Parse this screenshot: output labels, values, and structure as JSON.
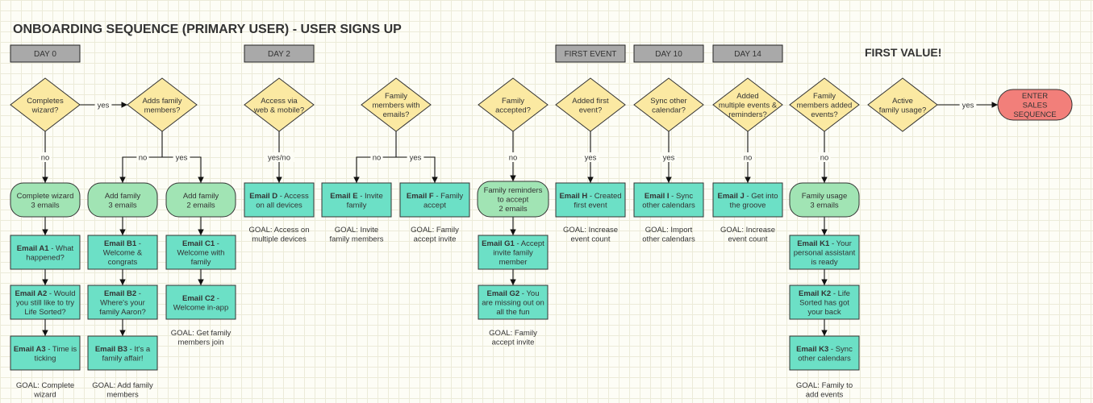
{
  "title": "ONBOARDING SEQUENCE (PRIMARY USER) - USER SIGNS UP",
  "first_value": "FIRST VALUE!",
  "day_labels": {
    "day0": "DAY 0",
    "day2": "DAY 2",
    "first_event": "FIRST EVENT",
    "day10": "DAY 10",
    "day14": "DAY 14"
  },
  "decisions": {
    "d_wizard": [
      "Completes",
      "wizard?"
    ],
    "d_adds_family": [
      "Adds family",
      "members?"
    ],
    "d_access": [
      "Access via",
      "web & mobile?"
    ],
    "d_family_emails": [
      "Family",
      "members with",
      "emails?"
    ],
    "d_family_accepted": [
      "Family",
      "accepted?"
    ],
    "d_added_first": [
      "Added first",
      "event?"
    ],
    "d_sync": [
      "Sync other",
      "calendar?"
    ],
    "d_multiple": [
      "Added",
      "multiple events &",
      "reminders?"
    ],
    "d_family_added_events": [
      "Family",
      "members added",
      "events?"
    ],
    "d_active": [
      "Active",
      "family usage?"
    ]
  },
  "sequences": {
    "s_complete_wizard": [
      "Complete wizard",
      "3 emails"
    ],
    "s_add_family_3": [
      "Add family",
      "3 emails"
    ],
    "s_add_family_2": [
      "Add family",
      "2 emails"
    ],
    "s_family_reminders": [
      "Family reminders",
      "to accept",
      "2 emails"
    ],
    "s_family_usage": [
      "Family usage",
      "3 emails"
    ]
  },
  "terminal": {
    "t_sales": [
      "ENTER",
      "SALES",
      "SEQUENCE"
    ]
  },
  "emails": {
    "a1": [
      [
        {
          "b": "Email A1"
        },
        {
          "t": " - What"
        }
      ],
      [
        {
          "t": "happened?"
        }
      ]
    ],
    "a2": [
      [
        {
          "b": "Email A2"
        },
        {
          "t": " - Would"
        }
      ],
      [
        {
          "t": "you still like to try"
        }
      ],
      [
        {
          "t": "Life Sorted?"
        }
      ]
    ],
    "a3": [
      [
        {
          "b": "Email A3"
        },
        {
          "t": " - Time is"
        }
      ],
      [
        {
          "t": "ticking"
        }
      ]
    ],
    "b1": [
      [
        {
          "b": "Email B1"
        },
        {
          "t": " -"
        }
      ],
      [
        {
          "t": "Welcome &"
        }
      ],
      [
        {
          "t": "congrats"
        }
      ]
    ],
    "b2": [
      [
        {
          "b": "Email B2"
        },
        {
          "t": " -"
        }
      ],
      [
        {
          "t": "Where's your"
        }
      ],
      [
        {
          "t": "family Aaron?"
        }
      ]
    ],
    "b3": [
      [
        {
          "b": "Email B3"
        },
        {
          "t": " - It's a"
        }
      ],
      [
        {
          "t": "family affair!"
        }
      ]
    ],
    "c1": [
      [
        {
          "b": "Email C1"
        },
        {
          "t": " -"
        }
      ],
      [
        {
          "t": "Welcome with"
        }
      ],
      [
        {
          "t": "family"
        }
      ]
    ],
    "c2": [
      [
        {
          "b": "Email C2"
        },
        {
          "t": " -"
        }
      ],
      [
        {
          "t": "Welcome in-app"
        }
      ]
    ],
    "d": [
      [
        {
          "b": "Email D"
        },
        {
          "t": " - Access"
        }
      ],
      [
        {
          "t": "on all devices"
        }
      ]
    ],
    "e": [
      [
        {
          "b": "Email E"
        },
        {
          "t": " - Invite"
        }
      ],
      [
        {
          "t": "family"
        }
      ]
    ],
    "f": [
      [
        {
          "b": "Email F"
        },
        {
          "t": " - Family"
        }
      ],
      [
        {
          "t": "accept"
        }
      ]
    ],
    "g1": [
      [
        {
          "b": "Email G1"
        },
        {
          "t": " - Accept"
        }
      ],
      [
        {
          "t": "invite family"
        }
      ],
      [
        {
          "t": "member"
        }
      ]
    ],
    "g2": [
      [
        {
          "b": "Email G2"
        },
        {
          "t": " - You"
        }
      ],
      [
        {
          "t": "are missing out on"
        }
      ],
      [
        {
          "t": "all the fun"
        }
      ]
    ],
    "h": [
      [
        {
          "b": "Email H"
        },
        {
          "t": " - Created"
        }
      ],
      [
        {
          "t": "first event"
        }
      ]
    ],
    "i": [
      [
        {
          "b": "Email I"
        },
        {
          "t": " - Sync"
        }
      ],
      [
        {
          "t": "other calendars"
        }
      ]
    ],
    "j": [
      [
        {
          "b": "Email J"
        },
        {
          "t": " - Get into"
        }
      ],
      [
        {
          "t": "the groove"
        }
      ]
    ],
    "k1": [
      [
        {
          "b": "Email K1"
        },
        {
          "t": " - Your"
        }
      ],
      [
        {
          "t": "personal assistant"
        }
      ],
      [
        {
          "t": "is ready"
        }
      ]
    ],
    "k2": [
      [
        {
          "b": "Email K2"
        },
        {
          "t": " - Life"
        }
      ],
      [
        {
          "t": "Sorted has got"
        }
      ],
      [
        {
          "t": "your back"
        }
      ]
    ],
    "k3": [
      [
        {
          "b": "Email K3"
        },
        {
          "t": " - Sync"
        }
      ],
      [
        {
          "t": "other calendars"
        }
      ]
    ]
  },
  "goals": {
    "g_a": [
      "GOAL: Complete",
      "wizard"
    ],
    "g_b": [
      "GOAL: Add family",
      "members"
    ],
    "g_c": [
      "GOAL:  Get family",
      "members join"
    ],
    "g_d": [
      "GOAL: Access on",
      "multiple devices"
    ],
    "g_e": [
      "GOAL: Invite",
      "family members"
    ],
    "g_f": [
      "GOAL: Family",
      "accept invite"
    ],
    "g_g": [
      "GOAL: Family",
      "accept invite"
    ],
    "g_h": [
      "GOAL: Increase",
      "event count"
    ],
    "g_i": [
      "GOAL: Import",
      "other calendars"
    ],
    "g_j": [
      "GOAL: Increase",
      "event count"
    ],
    "g_k": [
      "GOAL: Family to",
      "add events"
    ]
  },
  "edge_labels": {
    "yes": "yes",
    "no": "no",
    "yes_no": "yes/no"
  },
  "colors": {
    "day_header": "#a9a9a9",
    "decision": "#fbe9a2",
    "sequence": "#a1e4b4",
    "email": "#6ce0c6",
    "terminal": "#f27f7a"
  }
}
